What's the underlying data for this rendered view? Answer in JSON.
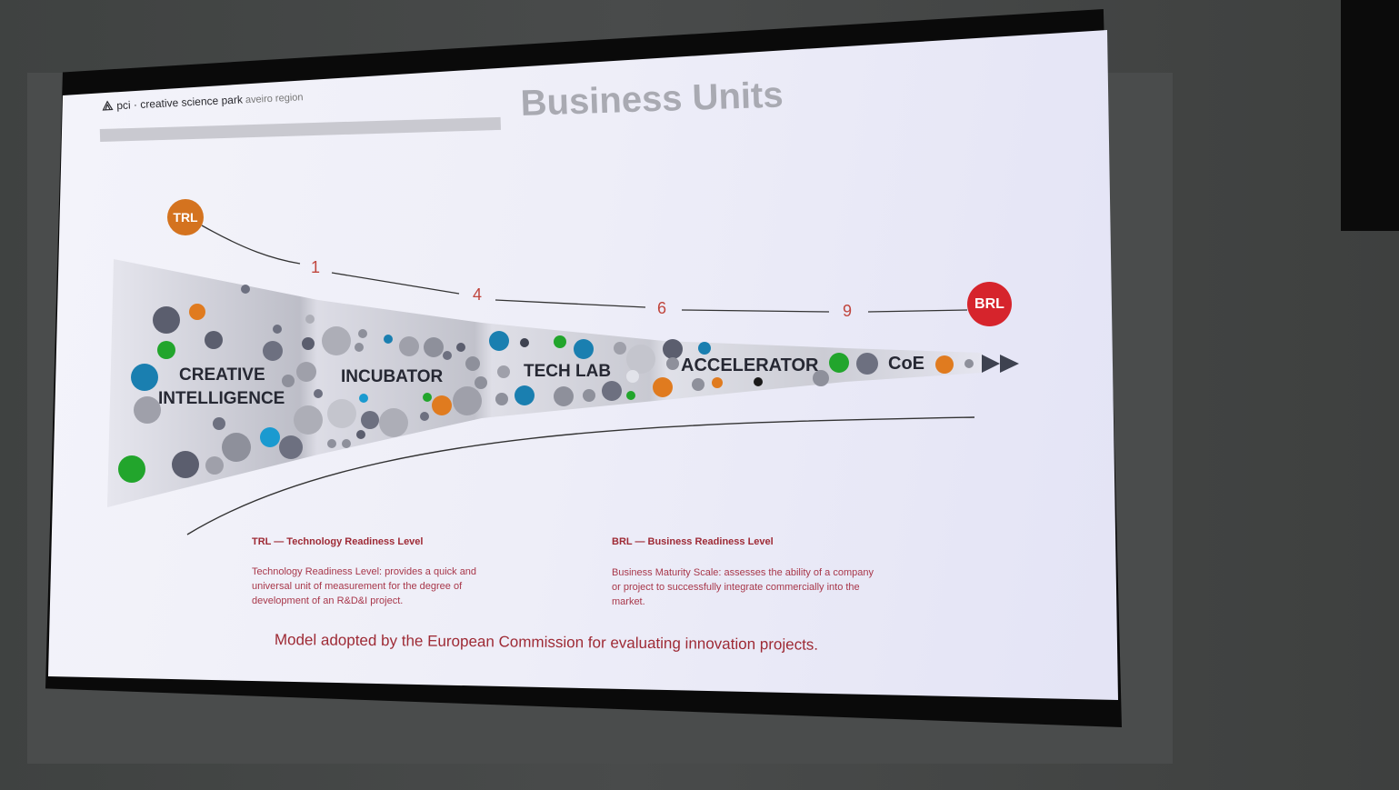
{
  "slide": {
    "logo_text": "pci · creative science park",
    "logo_subtext": "aveiro region",
    "title": "Business Units",
    "start_badge": "TRL",
    "end_badge": "BRL",
    "levels": [
      "1",
      "4",
      "6",
      "9"
    ],
    "stages": {
      "creative_line1": "CREATIVE",
      "creative_line2": "INTELLIGENCE",
      "incubator": "INCUBATOR",
      "tech_lab": "TECH LAB",
      "accelerator": "ACCELERATOR",
      "coe": "CoE"
    },
    "trl_definition": {
      "title": "TRL — Technology Readiness Level",
      "text": "Technology Readiness Level: provides a quick and universal unit of measurement for the degree of development of an R&D&I project."
    },
    "brl_definition": {
      "title": "BRL — Business Readiness Level",
      "text": "Business Maturity Scale: assesses the ability of a company or project to successfully integrate commercially into the market."
    },
    "footer": "Model adopted by the European Commission for evaluating innovation projects.",
    "colors": {
      "trl_orange": "#d4731f",
      "brl_red": "#d6242c",
      "accent_text": "#9e2a35",
      "dot_green": "#22a52c",
      "dot_blue": "#1a7fb0",
      "dot_orange": "#e07b1f",
      "dot_dark": "#5b5e6e"
    }
  }
}
